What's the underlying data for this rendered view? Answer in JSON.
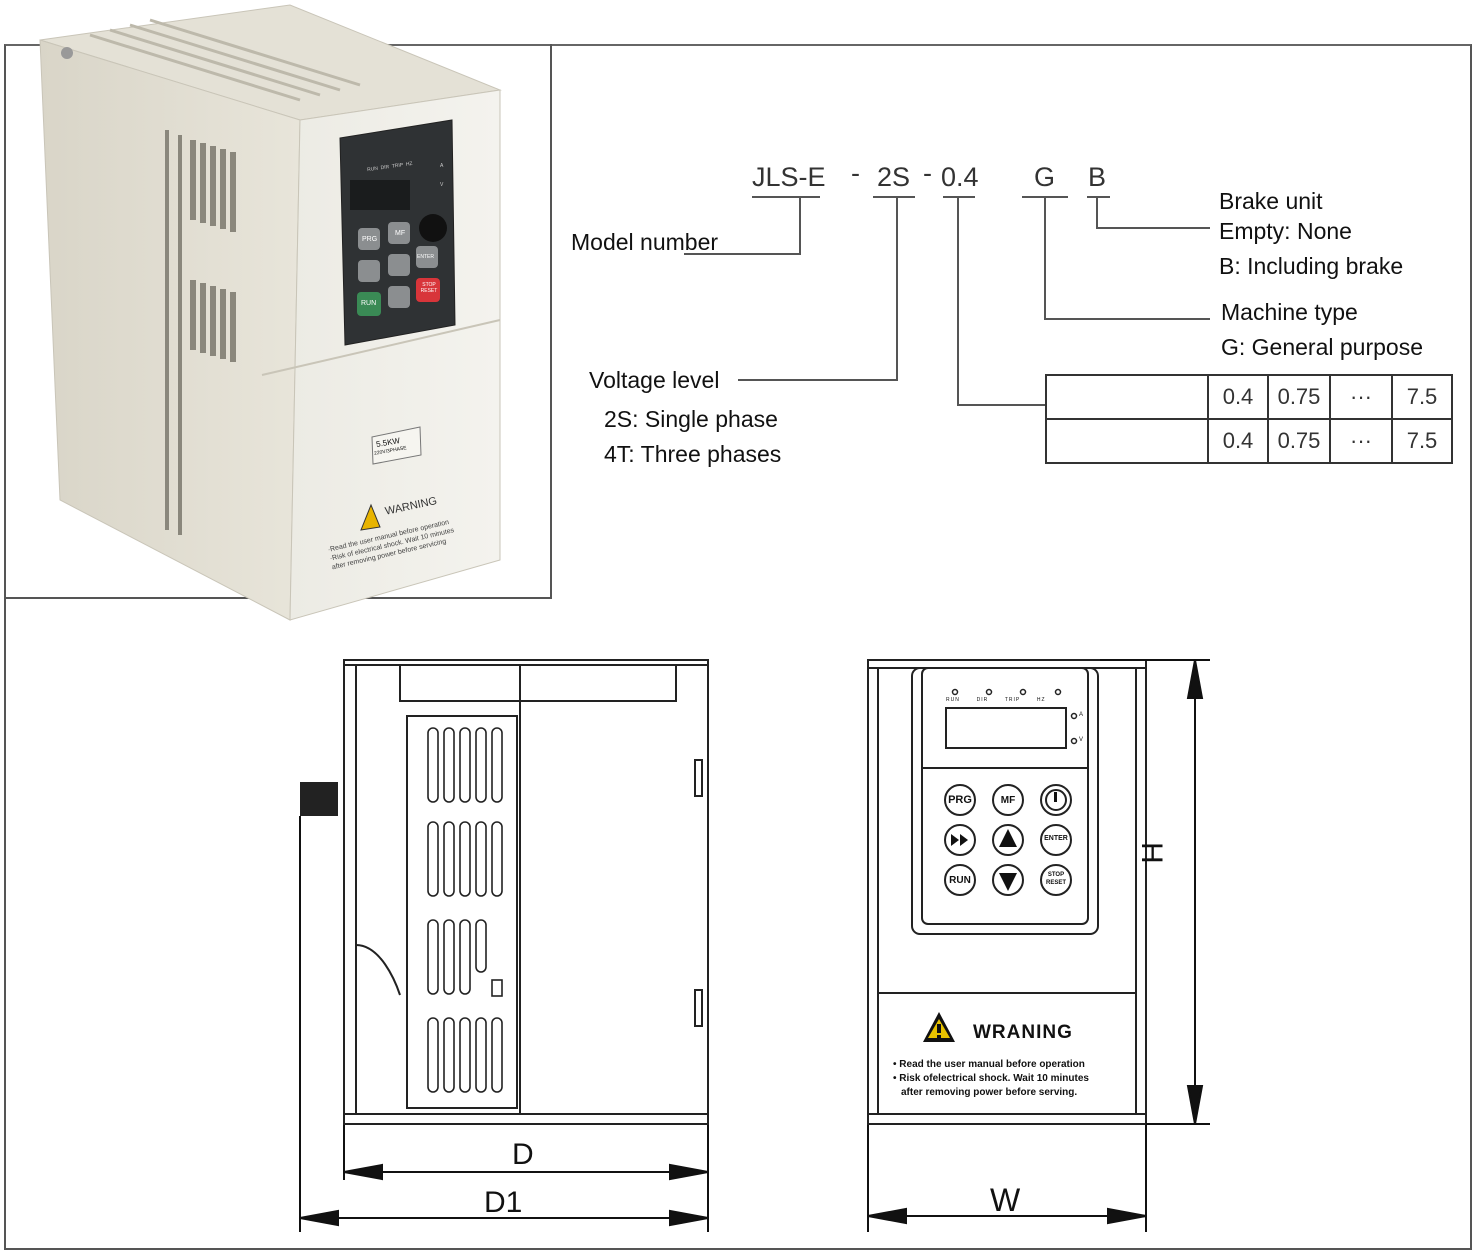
{
  "model_code": {
    "series": "JLS-E",
    "dash1": "-",
    "voltage": "2S",
    "dash2": "-",
    "power": "0.4",
    "type": "G",
    "brake": "B"
  },
  "callouts": {
    "model_number": "Model number",
    "voltage_level": "Voltage level",
    "voltage_2s": "2S: Single phase",
    "voltage_4t": "4T: Three phases",
    "brake_unit": "Brake unit",
    "brake_empty": "Empty: None",
    "brake_b": "B: Including brake",
    "machine_type": "Machine type",
    "machine_g": "G: General purpose"
  },
  "power_table": {
    "rows": [
      [
        "",
        "0.4",
        "0.75",
        "···",
        "7.5"
      ],
      [
        "",
        "0.4",
        "0.75",
        "···",
        "7.5"
      ]
    ]
  },
  "product_photo": {
    "keypad_leds": [
      "RUN",
      "DIR",
      "TRIP",
      "HZ"
    ],
    "keypad_units": [
      "A",
      "V"
    ],
    "keys": [
      "PRG",
      "MF",
      "ENTER",
      "RUN",
      "STOP RESET"
    ],
    "rating_line1": "5.5KW",
    "rating_line2": "220V/3PHASE",
    "warning_title": "WARNING",
    "warning_text1": "·Read the user manual before operation",
    "warning_text2": "·Risk of electrical shock. Wait 10 minutes",
    "warning_text3": "after removing power before servicing"
  },
  "front_drawing": {
    "leds": [
      "RUN",
      "DIR",
      "TRIP",
      "HZ"
    ],
    "units": [
      "A",
      "V"
    ],
    "keys": [
      "PRG",
      "MF",
      "ENTER",
      "RUN",
      "STOP RESET"
    ],
    "warning_title": "WRANING",
    "warning_text1": "• Read the user manual before operation",
    "warning_text2": "• Risk ofelectrical shock. Wait 10 minutes",
    "warning_text3": "after removing power before serving."
  },
  "dimensions": {
    "depth": "D",
    "depth_total": "D1",
    "width": "W",
    "height": "H"
  }
}
